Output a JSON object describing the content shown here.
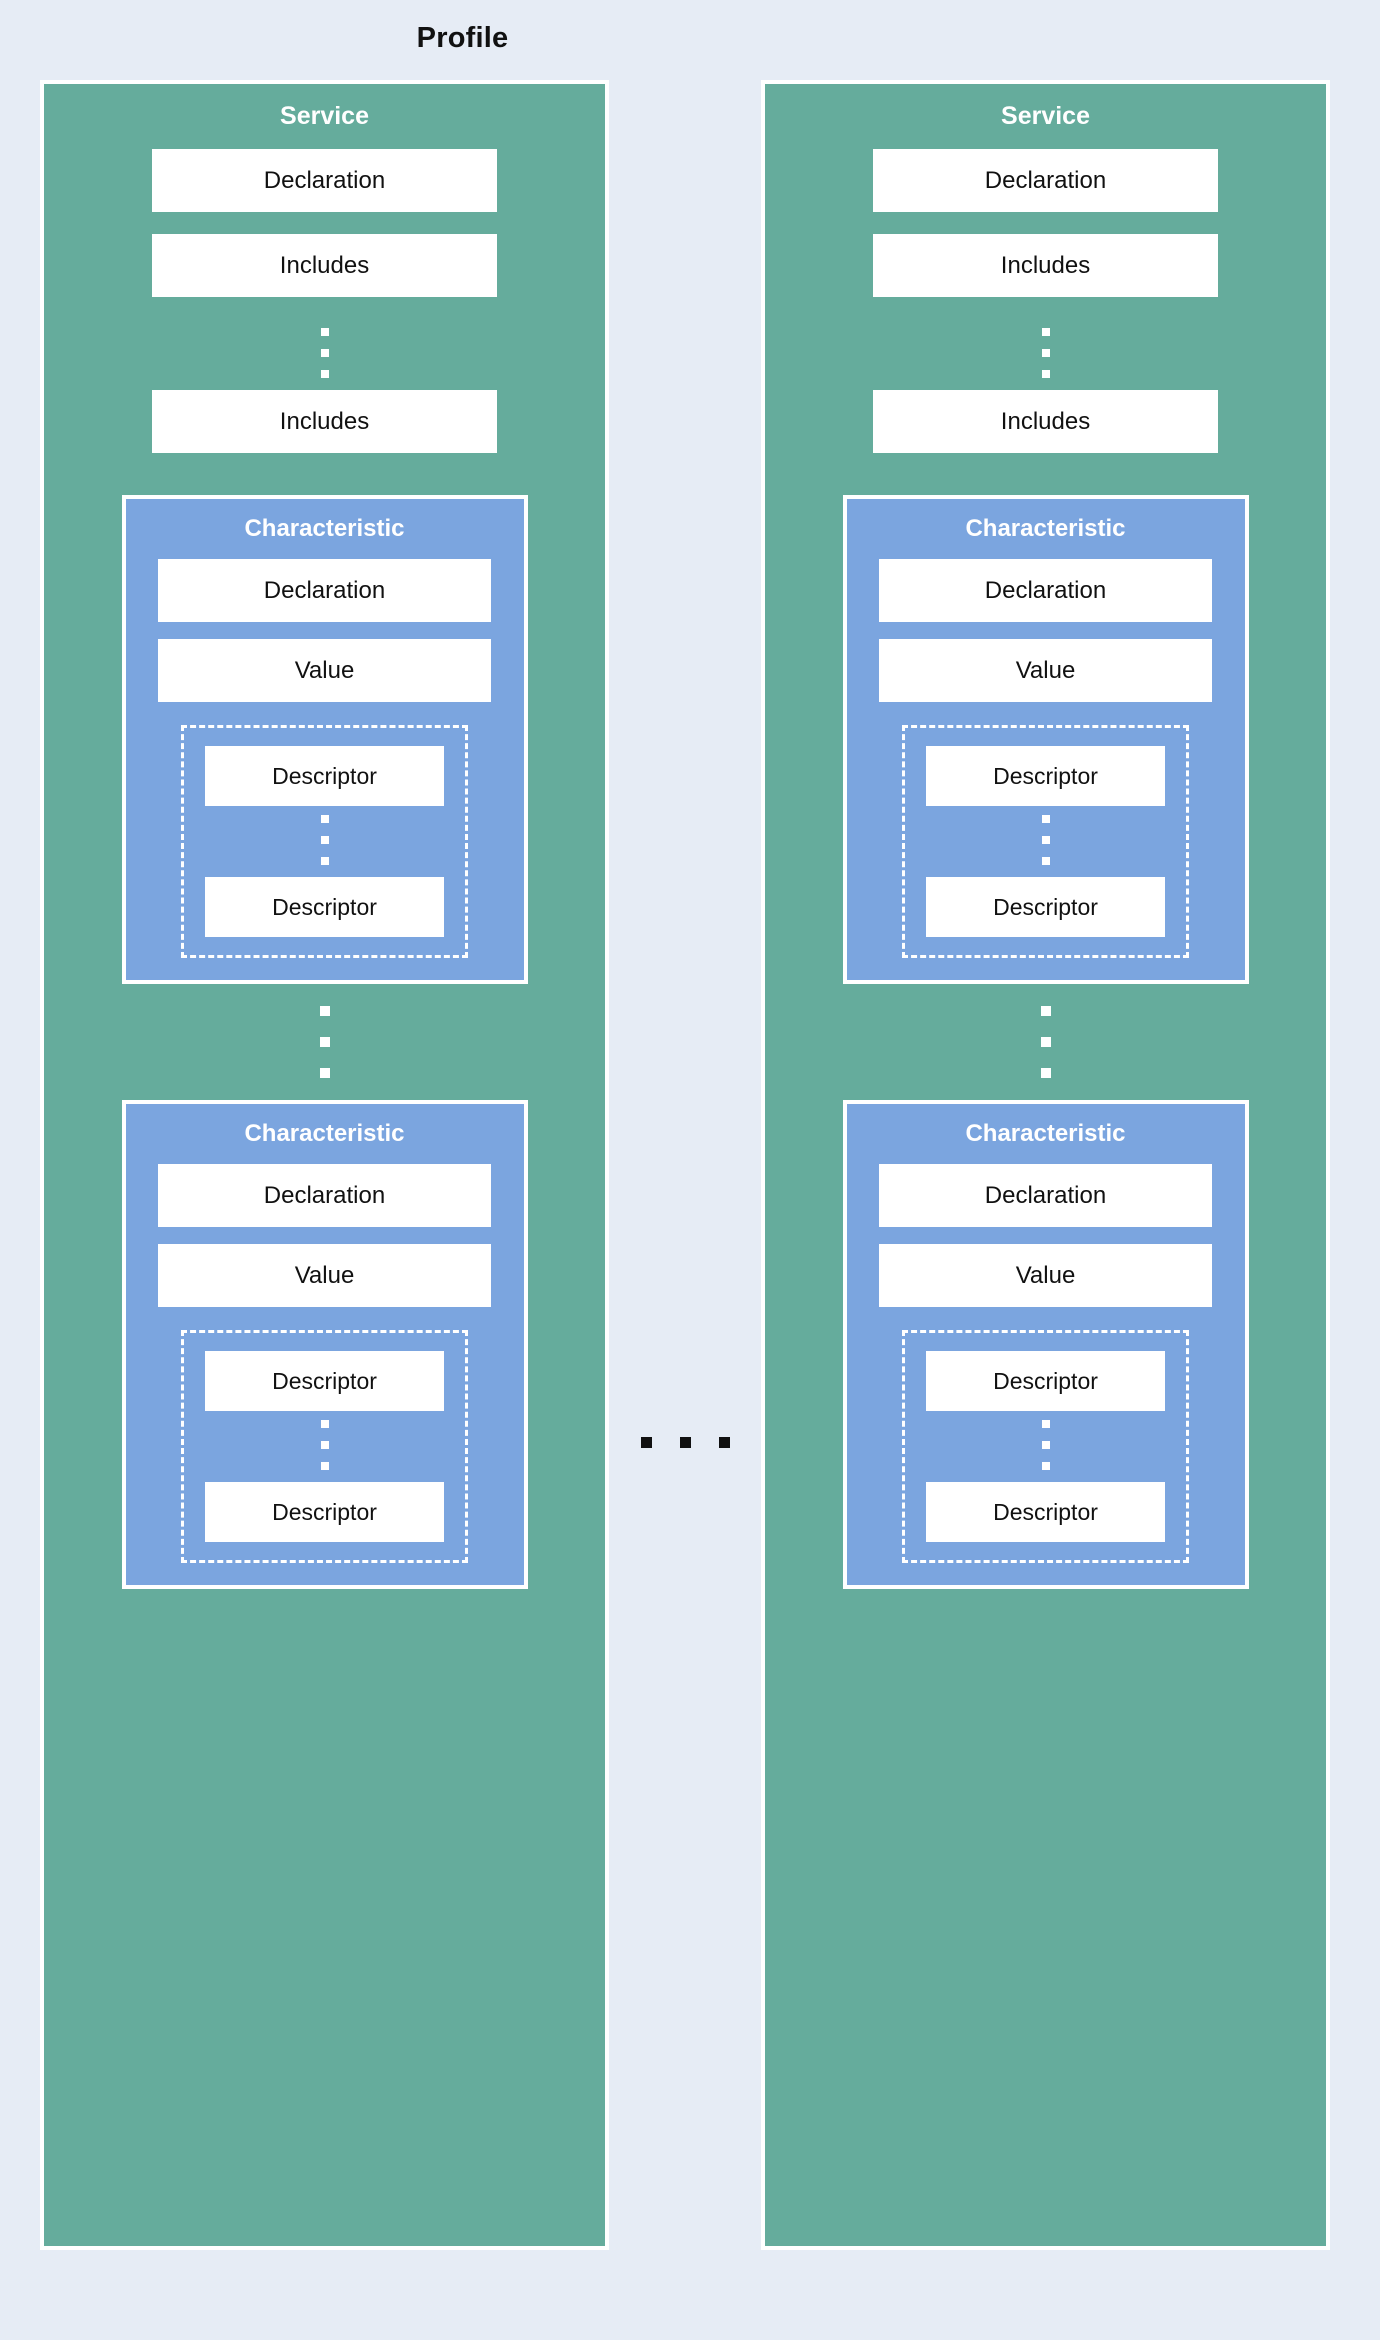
{
  "diagram": {
    "title": "Profile",
    "type": "nested-block-diagram",
    "colors": {
      "background": "#e6ecf5",
      "service_fill": "#65ac9c",
      "characteristic_fill": "#7ba5df",
      "field_fill": "#ffffff",
      "border": "#ffffff",
      "title_text": "#111111",
      "block_title_text": "#ffffff",
      "field_text": "#111111"
    },
    "ellipsis_between_services": "...",
    "services": [
      {
        "title": "Service",
        "fields": [
          {
            "label": "Declaration"
          },
          {
            "label": "Includes"
          }
        ],
        "fields_ellipsis": "vertical-dots",
        "trailing_field": {
          "label": "Includes"
        },
        "characteristics": [
          {
            "title": "Characteristic",
            "fields": [
              {
                "label": "Declaration"
              },
              {
                "label": "Value"
              }
            ],
            "descriptors": {
              "first": {
                "label": "Descriptor"
              },
              "ellipsis": "vertical-dots",
              "last": {
                "label": "Descriptor"
              }
            }
          },
          {
            "title": "Characteristic",
            "fields": [
              {
                "label": "Declaration"
              },
              {
                "label": "Value"
              }
            ],
            "descriptors": {
              "first": {
                "label": "Descriptor"
              },
              "ellipsis": "vertical-dots",
              "last": {
                "label": "Descriptor"
              }
            }
          }
        ],
        "characteristics_ellipsis": "vertical-dots"
      },
      {
        "title": "Service",
        "fields": [
          {
            "label": "Declaration"
          },
          {
            "label": "Includes"
          }
        ],
        "fields_ellipsis": "vertical-dots",
        "trailing_field": {
          "label": "Includes"
        },
        "characteristics": [
          {
            "title": "Characteristic",
            "fields": [
              {
                "label": "Declaration"
              },
              {
                "label": "Value"
              }
            ],
            "descriptors": {
              "first": {
                "label": "Descriptor"
              },
              "ellipsis": "vertical-dots",
              "last": {
                "label": "Descriptor"
              }
            }
          },
          {
            "title": "Characteristic",
            "fields": [
              {
                "label": "Declaration"
              },
              {
                "label": "Value"
              }
            ],
            "descriptors": {
              "first": {
                "label": "Descriptor"
              },
              "ellipsis": "vertical-dots",
              "last": {
                "label": "Descriptor"
              }
            }
          }
        ],
        "characteristics_ellipsis": "vertical-dots"
      }
    ]
  }
}
